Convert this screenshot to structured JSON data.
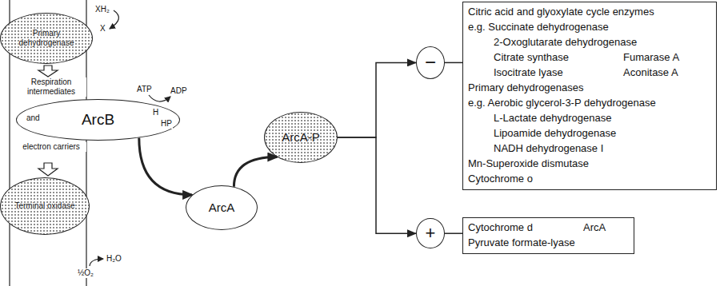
{
  "diagram": {
    "nodes": [
      {
        "text": [
          "Primary dehydrogenase"
        ]
      },
      {
        "text": [
          "ArcB"
        ]
      },
      {
        "text": [
          "Terminal oxidase"
        ]
      },
      {
        "text": [
          "ArcA"
        ]
      },
      {
        "text": [
          "ArcA-P"
        ]
      },
      {
        "text": [
          "−"
        ]
      },
      {
        "text": [
          "+"
        ]
      },
      {
        "text": [
          "Citric acid and glyoxylate cycle enzymes",
          "e.g. Succinate dehydrogenase",
          "2-Oxoglutarate dehydrogenase",
          "Citrate synthase",
          "Fumarase A",
          "Isocitrate lyase",
          "Aconitase A",
          "Primary dehydrogenases",
          "e.g. Aerobic glycerol-3-P dehydrogenase",
          "L-Lactate dehydrogenase",
          "Lipoamide dehydrogenase",
          "NADH dehydrogenase I",
          "Mn-Superoxide dismutase",
          "Cytochrome o"
        ]
      },
      {
        "text": [
          "Cytochrome d",
          "ArcA",
          "Pyruvate formate-lyase"
        ]
      }
    ],
    "edges": [
      {
        "from": 1,
        "to": 3,
        "arrow": "to"
      },
      {
        "from": 3,
        "to": 4,
        "arrow": "to"
      },
      {
        "from": 4,
        "to": 5,
        "arrow": "to"
      },
      {
        "from": 4,
        "to": 6,
        "arrow": "to"
      },
      {
        "from": 5,
        "to": 7,
        "arrow": "none"
      },
      {
        "from": 6,
        "to": 8,
        "arrow": "none"
      }
    ],
    "labels": [
      "XH₂",
      "X",
      "Respiration intermediates",
      "and",
      "electron carriers",
      "ATP",
      "ADP",
      "H",
      "HP",
      "½O₂",
      "H₂O"
    ]
  }
}
